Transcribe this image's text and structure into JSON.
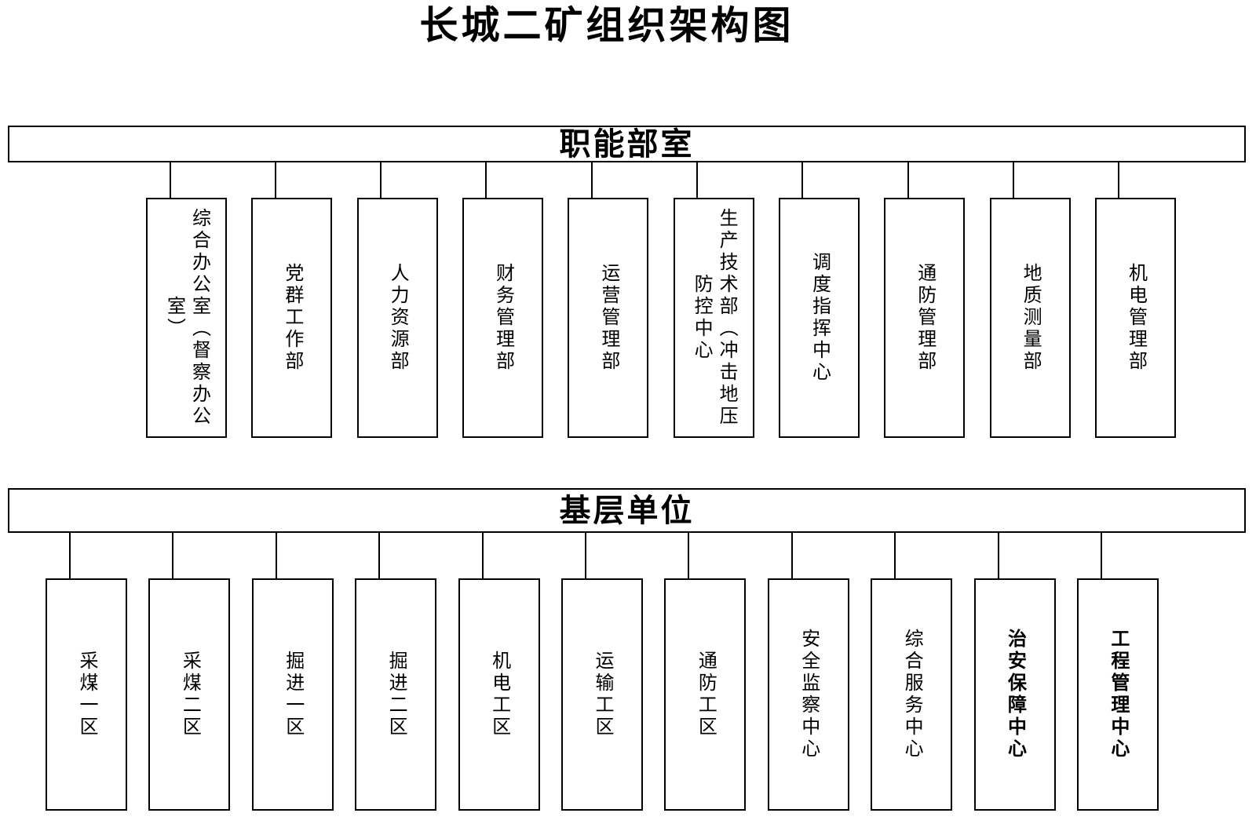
{
  "page_title": "长城二矿组织架构图",
  "sections": [
    {
      "title": "职能部室",
      "units": [
        {
          "label": "综合办公室（督察办公室）"
        },
        {
          "label": "党群工作部"
        },
        {
          "label": "人力资源部"
        },
        {
          "label": "财务管理部"
        },
        {
          "label": "运营管理部"
        },
        {
          "label": "生产技术部（冲击地压防控中心"
        },
        {
          "label": "调度指挥中心"
        },
        {
          "label": "通防管理部"
        },
        {
          "label": "地质测量部"
        },
        {
          "label": "机电管理部"
        }
      ]
    },
    {
      "title": "基层单位",
      "units": [
        {
          "label": "采煤一区"
        },
        {
          "label": "采煤二区"
        },
        {
          "label": "掘进一区"
        },
        {
          "label": "掘进二区"
        },
        {
          "label": "机电工区"
        },
        {
          "label": "运输工区"
        },
        {
          "label": "通防工区"
        },
        {
          "label": "安全监察中心"
        },
        {
          "label": "综合服务中心"
        },
        {
          "label": "治安保障中心",
          "bold": true
        },
        {
          "label": "工程管理中心",
          "bold": true
        }
      ]
    }
  ],
  "colors": {
    "background": "#ffffff",
    "line": "#000000",
    "text": "#000000"
  }
}
